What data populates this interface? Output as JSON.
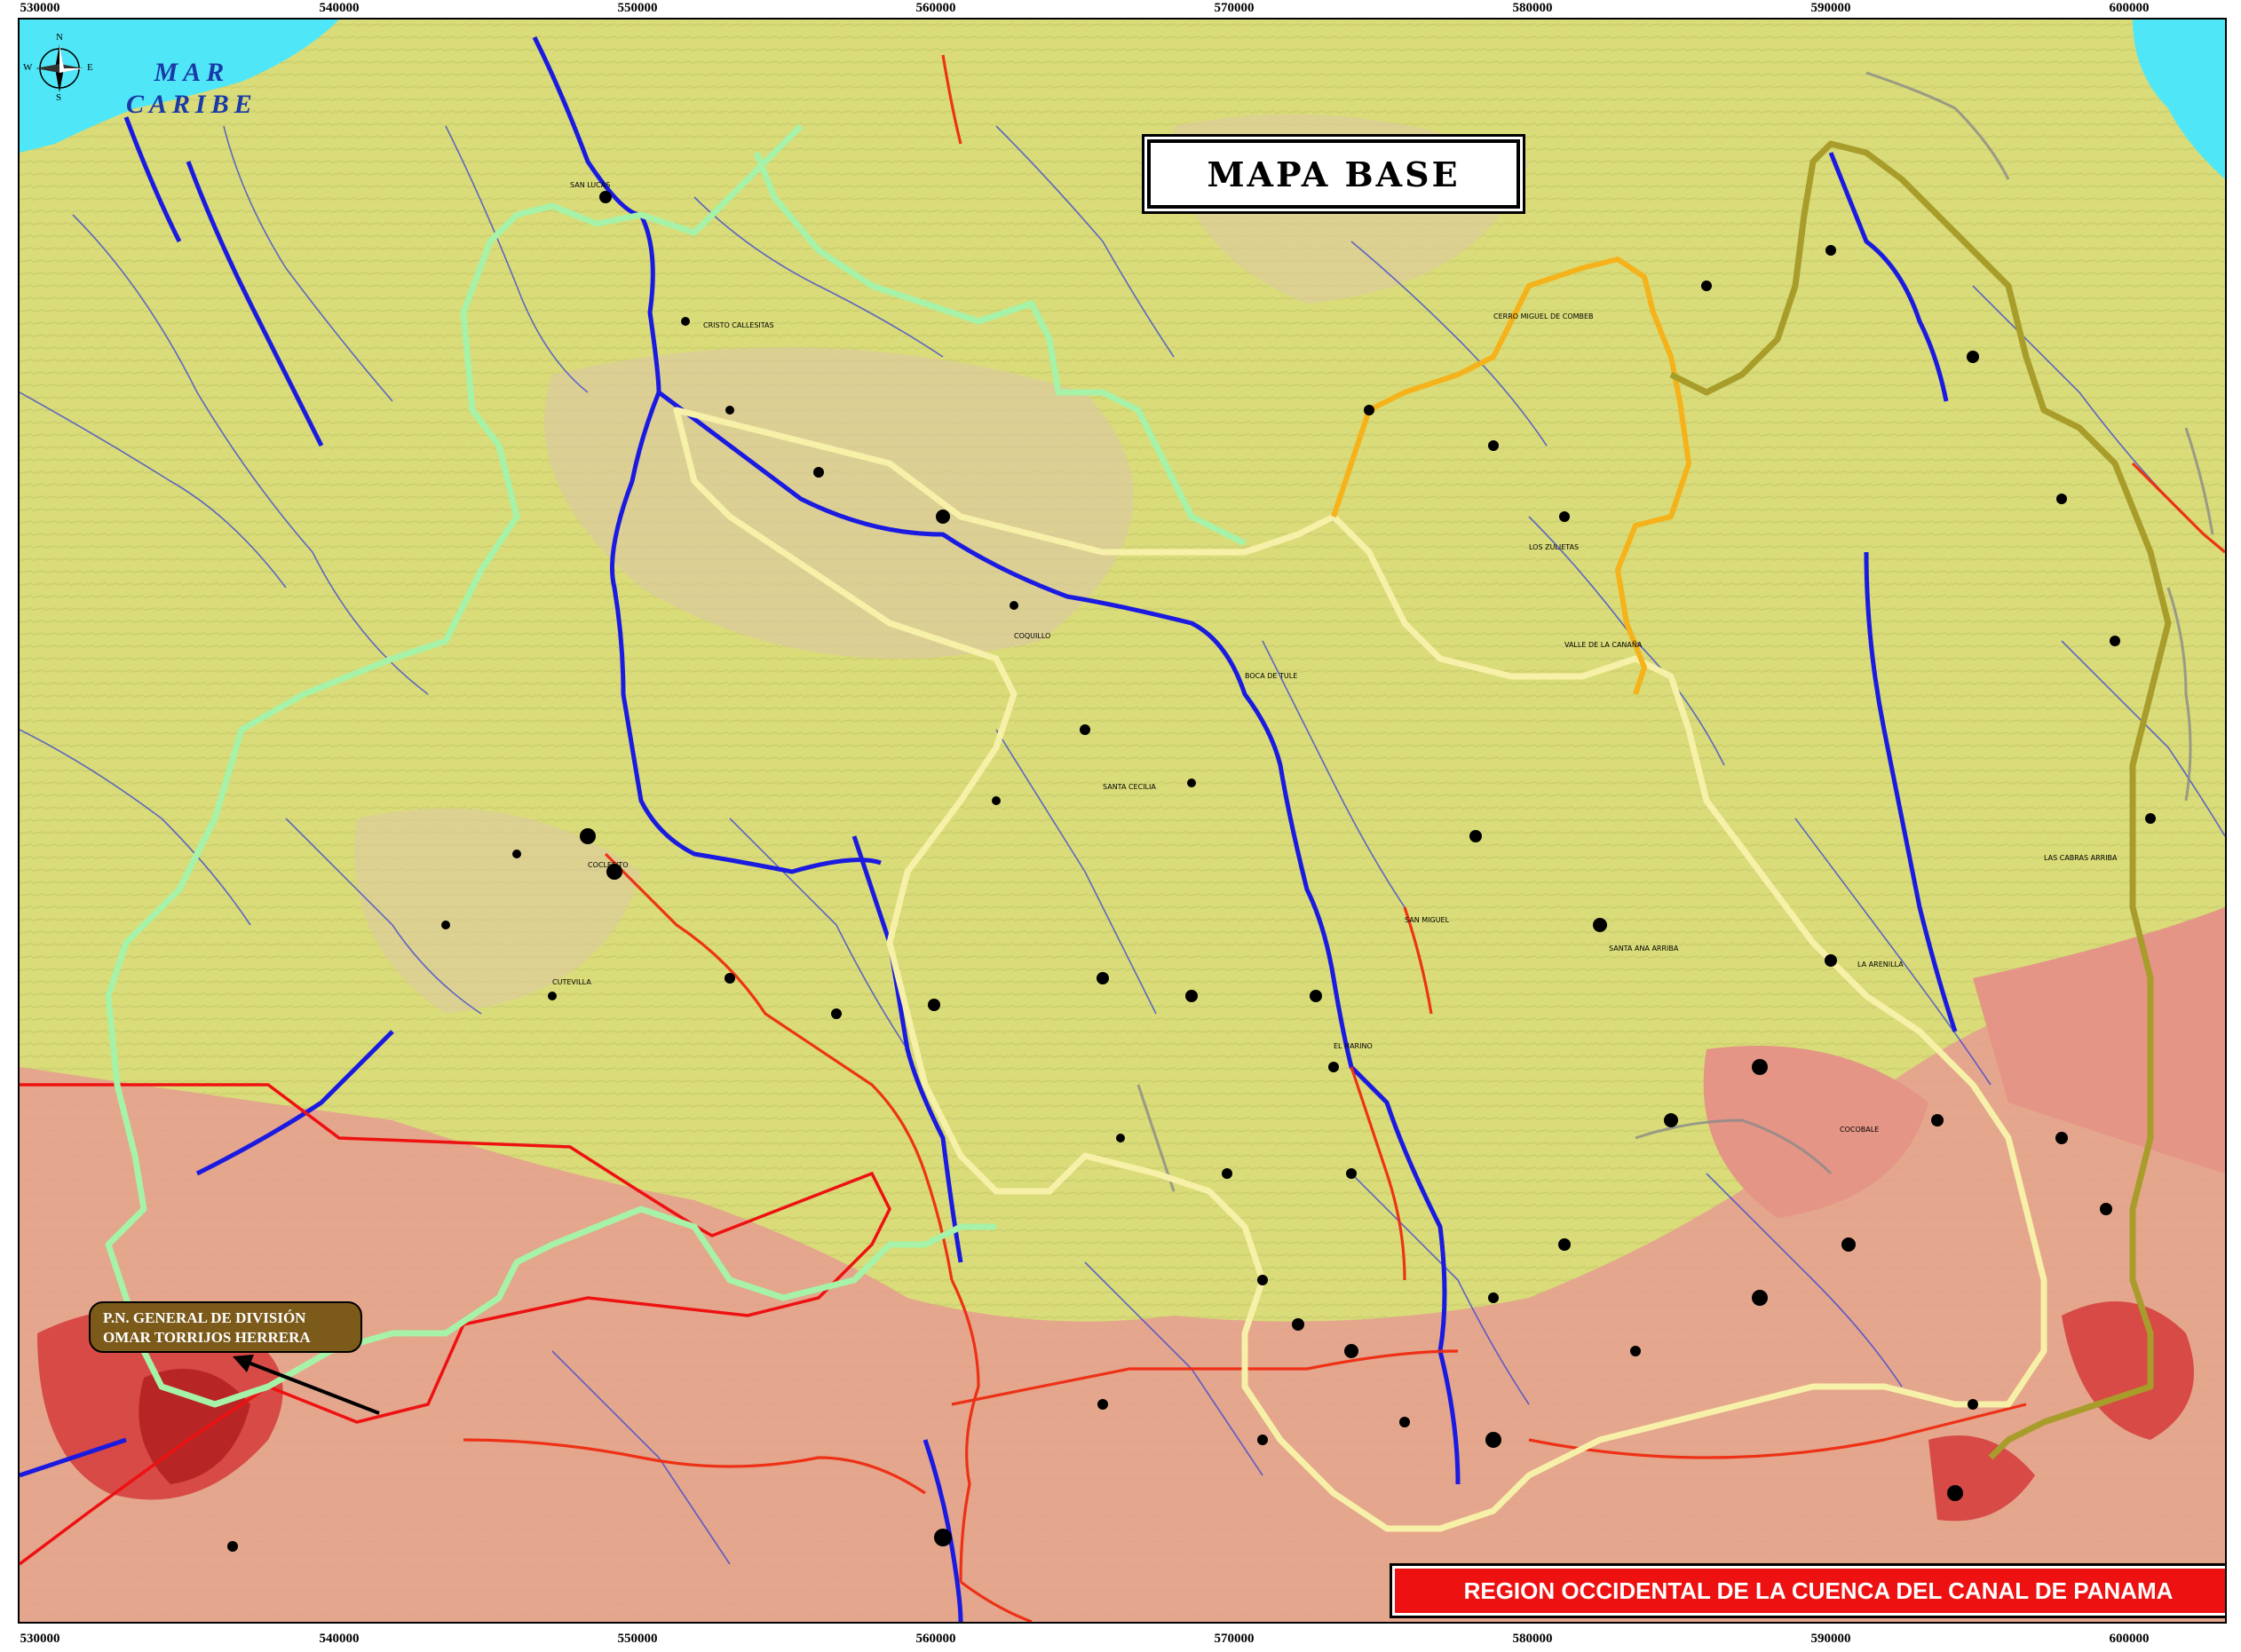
{
  "map": {
    "title": "MAPA BASE",
    "sea_label_line1": "MAR",
    "sea_label_line2": "CARIBE",
    "region_label": "REGION OCCIDENTAL DE LA CUENCA DEL CANAL DE PANAMA",
    "park_label_line1": "P.N. GENERAL DE DIVISIÓN",
    "park_label_line2": "OMAR TORRIJOS HERRERA",
    "compass_letters": [
      "N",
      "S",
      "E",
      "W"
    ],
    "x_ticks": [
      "530000",
      "540000",
      "550000",
      "560000",
      "570000",
      "580000",
      "590000",
      "600000"
    ],
    "towns": [
      "SAN LUCAS",
      "CRISTO CALLESITAS",
      "COCLESITO",
      "COQUILLO",
      "SANTA CECILIA",
      "EL HARINO",
      "CUTEVILLA",
      "SAN MIGUEL",
      "SANTA ANA ARRIBA",
      "COCOBALE",
      "LA ARENILLA",
      "LAS CABRAS ARRIBA",
      "LOS ZULIETAS",
      "VALLE DE LA CANAÑA",
      "CERRO MIGUEL DE COMBEB",
      "BOCA DE TULE"
    ],
    "colors": {
      "terrain": "#d9dc78",
      "highlands": "#e4a08f",
      "peaks": "#d53a3a",
      "sea": "#4fe7f7",
      "rivers": "#1a1ae0",
      "roads": "#ee2a10",
      "basin_boundary": "#f7f0a8",
      "green_boundary": "#a6f2a8",
      "orange_boundary": "#f5b21a",
      "olive_boundary": "#a89c2a",
      "park_boundary": "#ee1111"
    }
  }
}
